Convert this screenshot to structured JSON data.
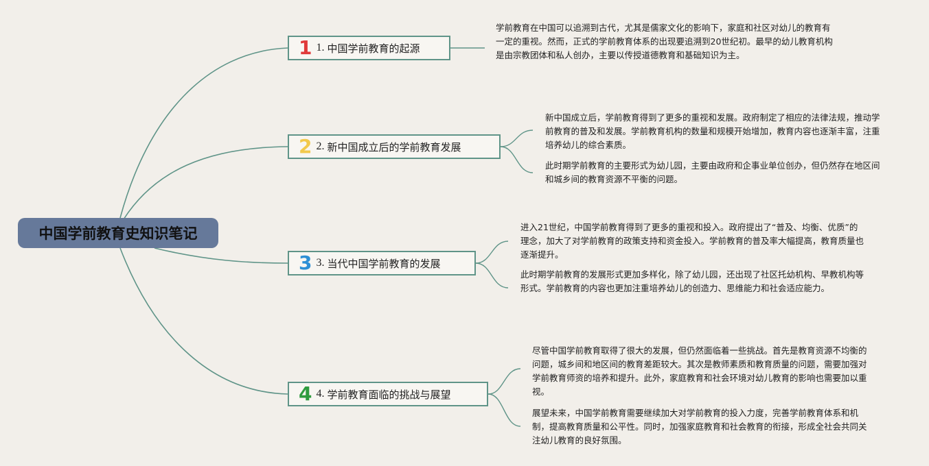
{
  "root": {
    "title": "中国学前教育史知识笔记"
  },
  "topics": [
    {
      "number": "1",
      "number_color": "#e03a3a",
      "prefix": "1.",
      "title": "中国学前教育的起源",
      "notes": [
        "学前教育在中国可以追溯到古代，尤其是儒家文化的影响下，家庭和社区对幼儿的教育有一定的重视。然而，正式的学前教育体系的出现要追溯到20世纪初。最早的幼儿教育机构是由宗教团体和私人创办，主要以传授道德教育和基础知识为主。"
      ]
    },
    {
      "number": "2",
      "number_color": "#f2c94c",
      "prefix": "2.",
      "title": "新中国成立后的学前教育发展",
      "notes": [
        "新中国成立后，学前教育得到了更多的重视和发展。政府制定了相应的法律法规，推动学前教育的普及和发展。学前教育机构的数量和规模开始增加，教育内容也逐渐丰富，注重培养幼儿的综合素质。",
        "此时期学前教育的主要形式为幼儿园，主要由政府和企事业单位创办，但仍然存在地区间和城乡间的教育资源不平衡的问题。"
      ]
    },
    {
      "number": "3",
      "number_color": "#2d8fd5",
      "prefix": "3.",
      "title": "当代中国学前教育的发展",
      "notes": [
        "进入21世纪，中国学前教育得到了更多的重视和投入。政府提出了“普及、均衡、优质”的理念，加大了对学前教育的政策支持和资金投入。学前教育的普及率大幅提高，教育质量也逐渐提升。",
        "此时期学前教育的发展形式更加多样化，除了幼儿园，还出现了社区托幼机构、早教机构等形式。学前教育的内容也更加注重培养幼儿的创造力、思维能力和社会适应能力。"
      ]
    },
    {
      "number": "4",
      "number_color": "#2e9b3e",
      "prefix": "4.",
      "title": "学前教育面临的挑战与展望",
      "notes": [
        "尽管中国学前教育取得了很大的发展，但仍然面临着一些挑战。首先是教育资源不均衡的问题，城乡间和地区间的教育差距较大。其次是教师素质和教育质量的问题，需要加强对学前教育师资的培养和提升。此外，家庭教育和社会环境对幼儿教育的影响也需要加以重视。",
        "展望未来，中国学前教育需要继续加大对学前教育的投入力度，完善学前教育体系和机制，提高教育质量和公平性。同时，加强家庭教育和社会教育的衔接，形成全社会共同关注幼儿教育的良好氛围。"
      ]
    }
  ],
  "colors": {
    "line": "#5f9488",
    "root_bg": "#66799a",
    "background": "#f2efea"
  }
}
